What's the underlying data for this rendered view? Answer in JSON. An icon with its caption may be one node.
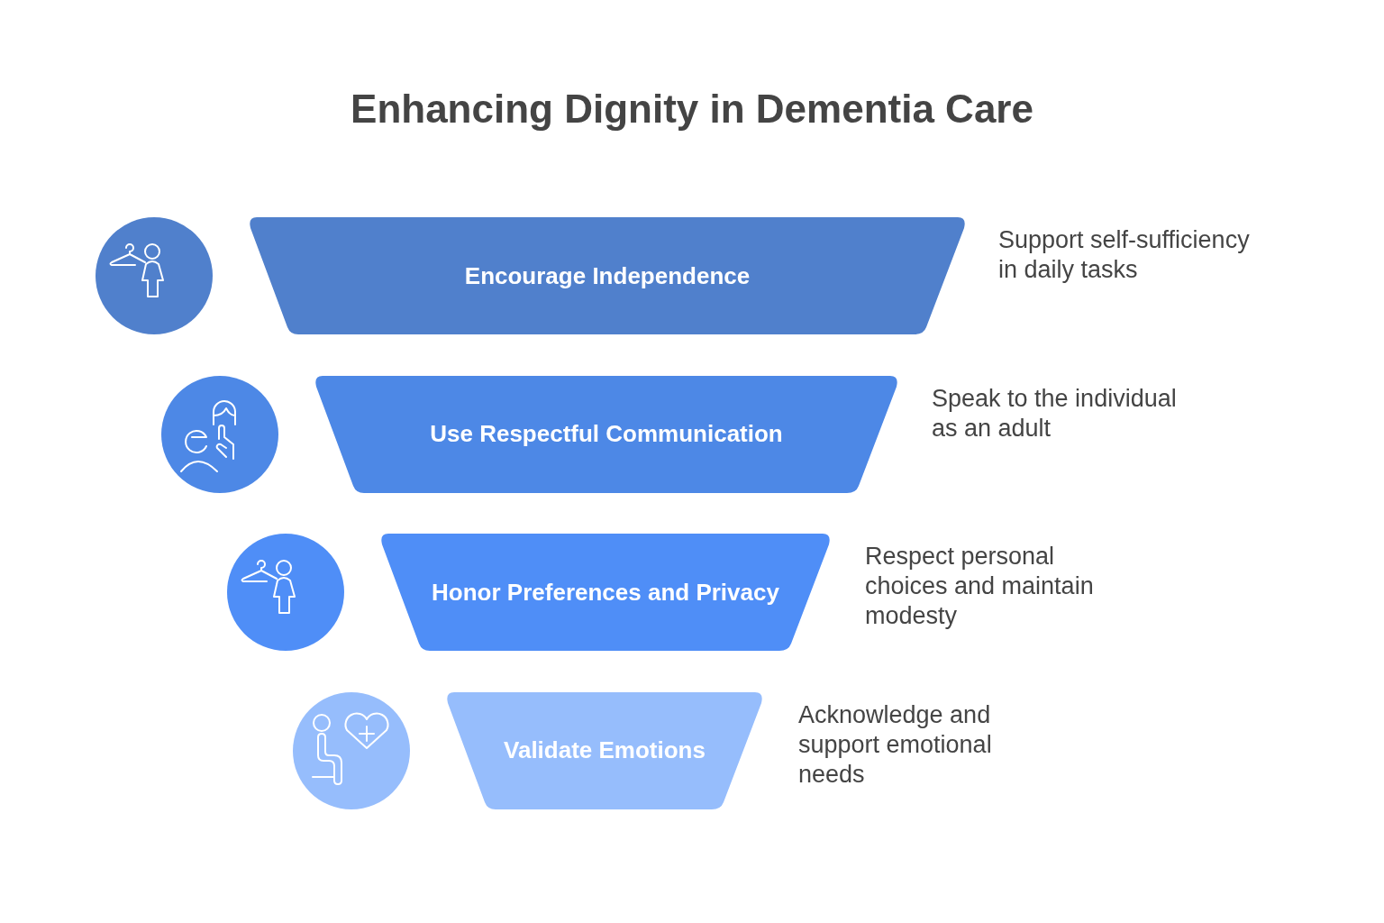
{
  "diagram": {
    "title": "Enhancing Dignity in Dementia Care",
    "nodes": [
      {
        "text": [
          "Encourage Independence"
        ],
        "beside": [
          "Support self-sufficiency in daily tasks"
        ]
      },
      {
        "text": [
          "Use Respectful Communication"
        ],
        "beside": [
          "Speak to the individual as an adult"
        ]
      },
      {
        "text": [
          "Honor Preferences and Privacy"
        ],
        "beside": [
          "Respect personal choices and maintain modesty"
        ]
      },
      {
        "text": [
          "Validate Emotions"
        ],
        "beside": [
          "Acknowledge and support emotional needs"
        ]
      }
    ]
  }
}
